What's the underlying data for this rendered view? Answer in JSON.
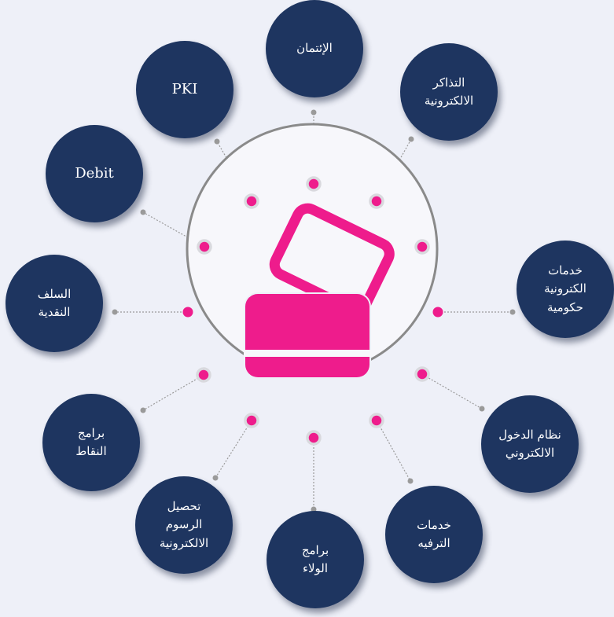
{
  "colors": {
    "background": "#eef0f8",
    "node_fill": "#1e3560",
    "node_text": "#ffffff",
    "accent": "#ee1c8c",
    "ring": "#8a8a8a",
    "connector": "#9a9a9a"
  },
  "center_icon": "credit-card-icon",
  "nodes": [
    {
      "id": "credit",
      "label": "الإئتمان"
    },
    {
      "id": "e-tickets",
      "label": "التذاكر\nالالكترونية"
    },
    {
      "id": "e-gov-services",
      "label": "خدمات\nالكترونية\nحكومية"
    },
    {
      "id": "e-login-system",
      "label": "نظام الدخول\nالالكتروني"
    },
    {
      "id": "entertainment-services",
      "label": "خدمات\nالترفيه"
    },
    {
      "id": "loyalty-programs",
      "label": "برامج\nالولاء"
    },
    {
      "id": "e-fee-collection",
      "label": "تحصيل\nالرسوم\nالالكترونية"
    },
    {
      "id": "points-programs",
      "label": "برامج\nالنقاط"
    },
    {
      "id": "cash-advances",
      "label": "السلف\nالنقدية"
    },
    {
      "id": "debit",
      "label": "Debit"
    },
    {
      "id": "pki",
      "label": "PKI"
    }
  ]
}
